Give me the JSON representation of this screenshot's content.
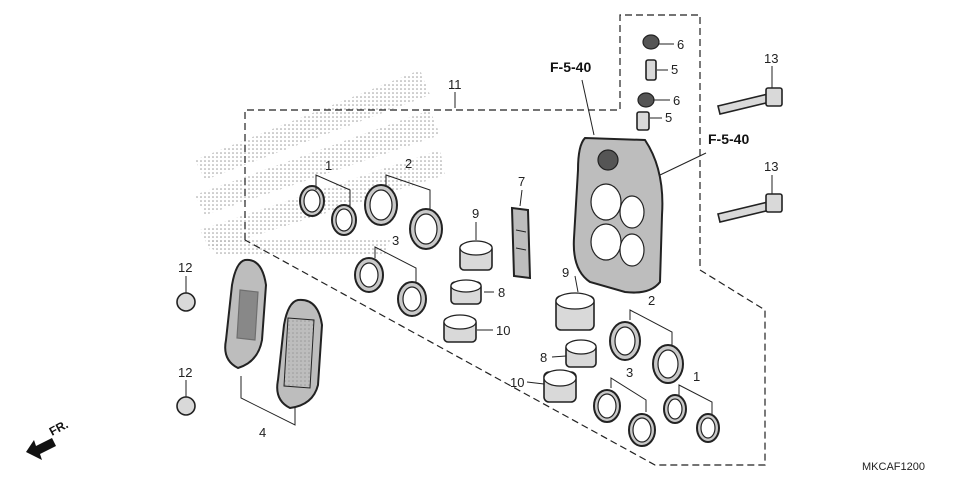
{
  "callouts": {
    "n1a": "1",
    "n1b": "1",
    "n2a": "2",
    "n2b": "2",
    "n3a": "3",
    "n3b": "3",
    "n4": "4",
    "n5a": "5",
    "n5b": "5",
    "n6a": "6",
    "n6b": "6",
    "n7": "7",
    "n8a": "8",
    "n8b": "8",
    "n9a": "9",
    "n9b": "9",
    "n10a": "10",
    "n10b": "10",
    "n11": "11",
    "n12a": "12",
    "n12b": "12",
    "n13a": "13",
    "n13b": "13"
  },
  "refs": {
    "left": "F-5-40",
    "right": "F-5-40"
  },
  "front_label": "FR.",
  "diagram_code": "MKCAF1200"
}
